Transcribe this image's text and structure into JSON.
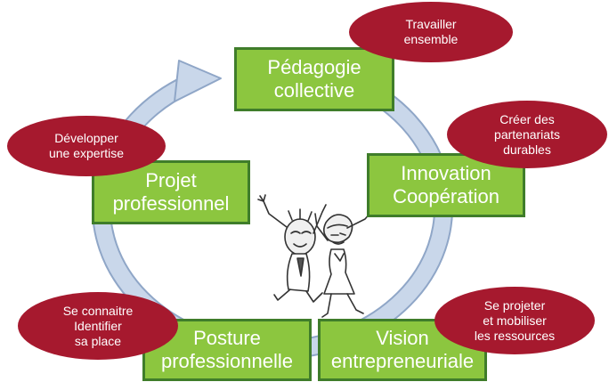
{
  "diagram": {
    "boxes": {
      "pedagogie": "Pédagogie\ncollective",
      "innovation": "Innovation\nCoopération",
      "projet": "Projet\nprofessionnel",
      "posture": "Posture\nprofessionnelle",
      "vision": "Vision\nentrepreneuriale"
    },
    "bubbles": {
      "travailler": "Travailler\nensemble",
      "creer": "Créer des\npartenariats\ndurables",
      "developper": "Développer\nune expertise",
      "seconnaitre": "Se connaitre\nIdentifier\nsa place",
      "seprojeter": "Se projeter\net mobiliser\nles ressources"
    }
  },
  "colors": {
    "box_fill": "#8cc63f",
    "box_border": "#3f7d2a",
    "bubble_fill": "#a6192e",
    "cycle_arrow": "#c9d7ea"
  },
  "icons": {
    "cycle": "circular-arrow-icon",
    "illustration": "dancing-couple-sketch"
  }
}
